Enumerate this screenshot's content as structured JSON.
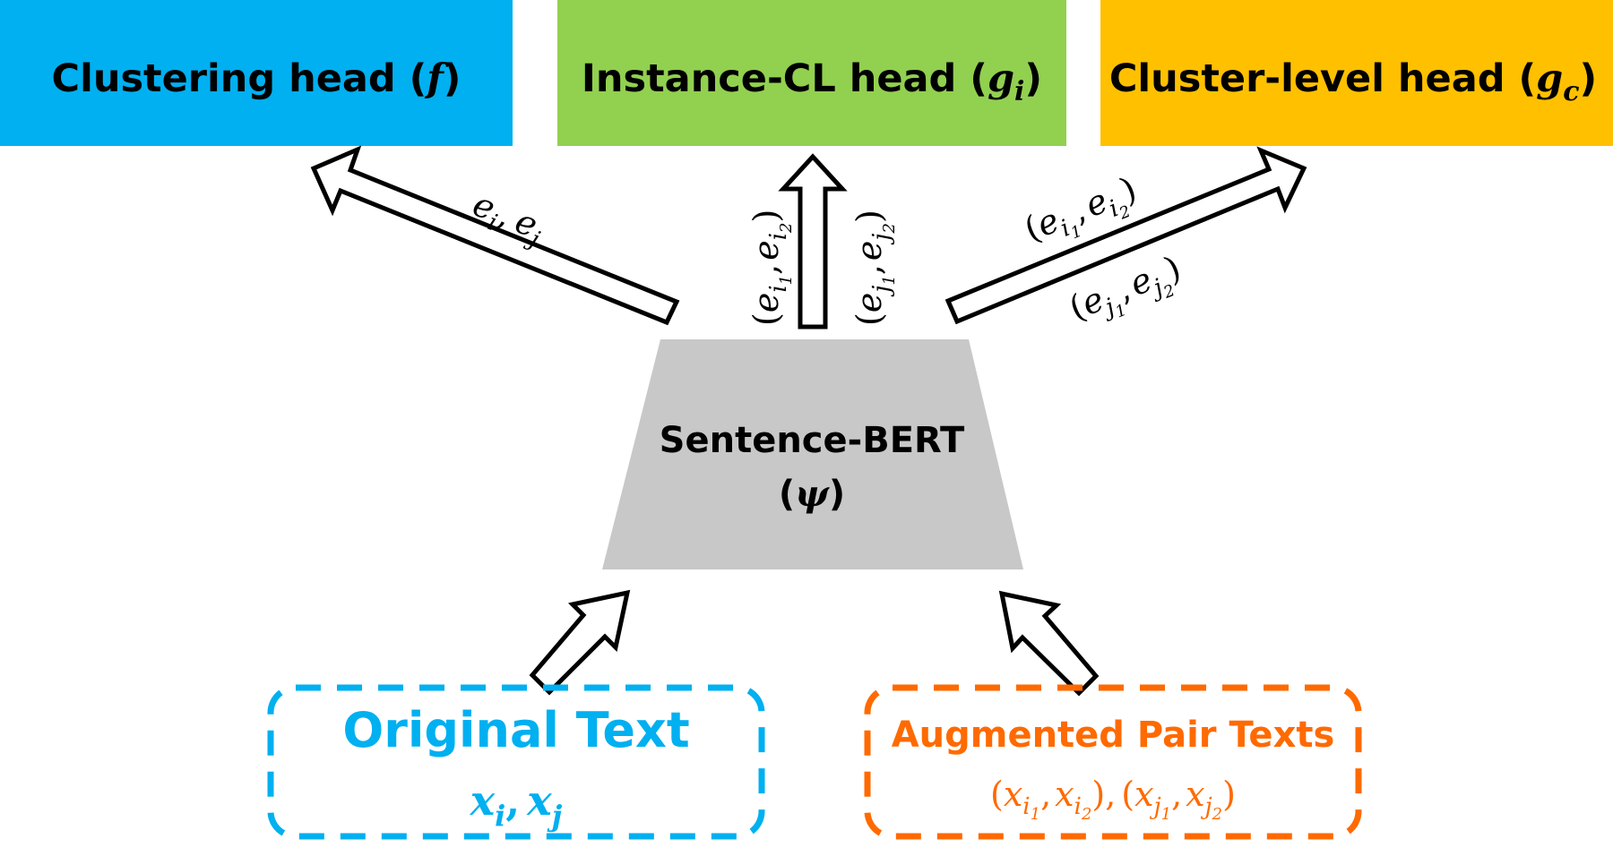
{
  "heads": {
    "clustering": {
      "label": "Clustering head (",
      "symbol": "f",
      "close": ")",
      "color": "#00B0F0"
    },
    "instance": {
      "label": "Instance-CL head (",
      "symbol": "g",
      "sub": "i",
      "close": ")",
      "color": "#92D050"
    },
    "cluster_level": {
      "label": "Cluster-level head (",
      "symbol": "g",
      "sub": "c",
      "close": ")",
      "color": "#FFC000"
    }
  },
  "encoder": {
    "name": "Sentence-BERT",
    "symbol_open": "(",
    "symbol": "ψ",
    "symbol_close": ")",
    "color": "#C8C8C8"
  },
  "inputs": {
    "original": {
      "title": "Original Text",
      "x": "x",
      "sub_i": "i",
      "sub_j": "j",
      "comma": ",",
      "color": "#00B0F0"
    },
    "augmented": {
      "title": "Augmented Pair Texts",
      "x": "x",
      "color": "#FF6A00"
    }
  },
  "arrow_labels": {
    "left": {
      "e": "e",
      "i": "i",
      "comma": ",",
      "j": "j"
    },
    "middle_left": {
      "e": "e",
      "i": "i",
      "s1": "1",
      "s2": "2"
    },
    "middle_right": {
      "e": "e",
      "j": "j",
      "s1": "1",
      "s2": "2"
    },
    "right_top": {
      "e": "e",
      "i": "i",
      "s1": "1",
      "s2": "2"
    },
    "right_bottom": {
      "e": "e",
      "j": "j",
      "s1": "1",
      "s2": "2"
    }
  }
}
